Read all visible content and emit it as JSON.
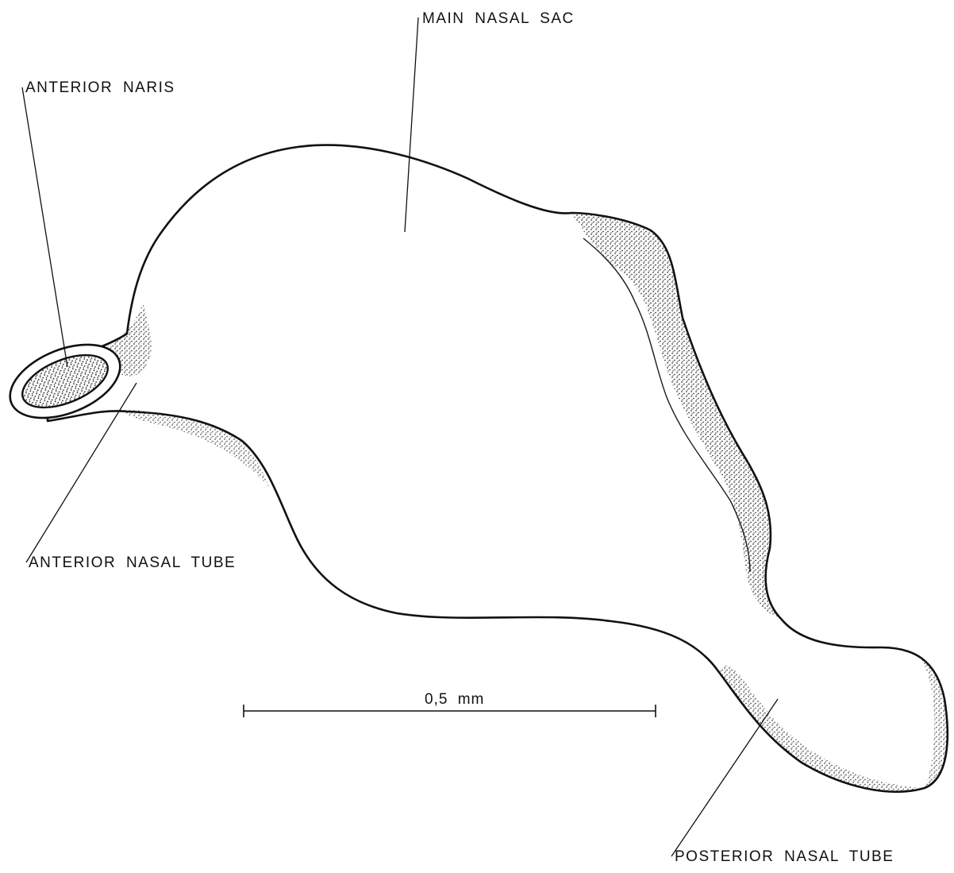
{
  "labels": {
    "main_nasal_sac": "MAIN NASAL SAC",
    "anterior_naris": "ANTERIOR NARIS",
    "anterior_nasal_tube": "ANTERIOR NASAL TUBE",
    "posterior_nasal_tube": "POSTERIOR NASAL TUBE"
  },
  "scale_bar": {
    "label": "0,5 mm"
  },
  "colors": {
    "ink": "#111111",
    "stipple": "#1a1a1a",
    "background": "#ffffff"
  }
}
